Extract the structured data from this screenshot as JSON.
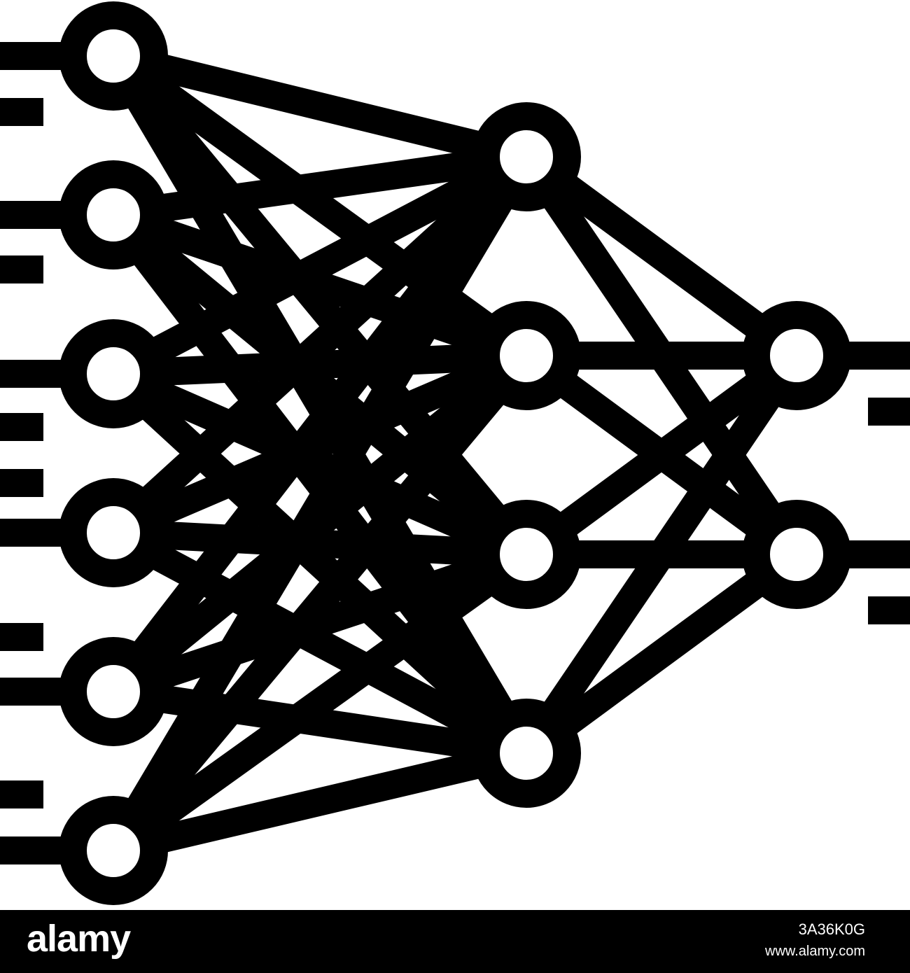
{
  "illustration": {
    "subject": "neural-network-icon",
    "stroke_color": "#000000",
    "fill_color": "#ffffff",
    "layers": {
      "input_nodes": 6,
      "hidden_nodes": 4,
      "output_nodes": 2
    }
  },
  "footer": {
    "brand": "alamy",
    "image_id": "3A36K0G",
    "url": "www.alamy.com",
    "background": "#000000",
    "text_color": "#ffffff"
  }
}
